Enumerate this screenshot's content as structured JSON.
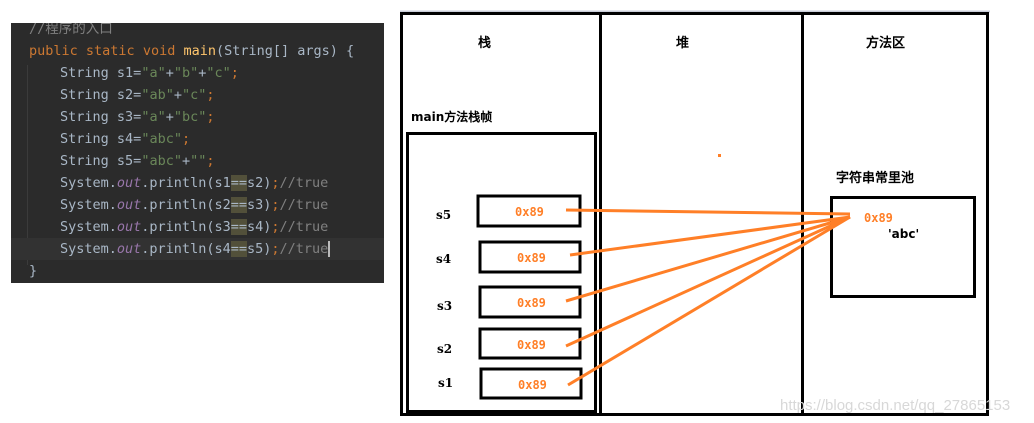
{
  "code": {
    "comment": "//程序的入口",
    "signature": {
      "kw1": "public",
      "kw2": "static",
      "kw3": "void",
      "name": "main",
      "params": "(String[] args) {"
    },
    "declarations": [
      {
        "type": "String",
        "text": "s1=",
        "parts": [
          "\"a\"",
          "+",
          "\"b\"",
          "+",
          "\"c\""
        ]
      },
      {
        "type": "String",
        "text": "s2=",
        "parts": [
          "\"ab\"",
          "+",
          "\"c\""
        ]
      },
      {
        "type": "String",
        "text": "s3=",
        "parts": [
          "\"a\"",
          "+",
          "\"bc\""
        ]
      },
      {
        "type": "String",
        "text": "s4=",
        "parts": [
          "\"abc\""
        ]
      },
      {
        "type": "String",
        "text": "s5=",
        "parts": [
          "\"abc\"",
          "+",
          "\"\""
        ]
      }
    ],
    "prints": [
      {
        "a": "s1",
        "b": "s2",
        "result": "//true"
      },
      {
        "a": "s2",
        "b": "s3",
        "result": "//true"
      },
      {
        "a": "s3",
        "b": "s4",
        "result": "//true"
      },
      {
        "a": "s4",
        "b": "s5",
        "result": "//true"
      }
    ],
    "system": "System.",
    "out": "out",
    ".println": ".println(",
    "eq": "==",
    "close": ");",
    "semi": ";",
    "closing_brace": "}"
  },
  "diagram": {
    "stack_title": "栈",
    "heap_title": "堆",
    "method_area_title": "方法区",
    "frame_title": "main方法栈帧",
    "pool_title": "字符串常里池",
    "pool_address": "0x89",
    "pool_value": "'abc'",
    "variables": [
      {
        "name": "s5",
        "value": "0x89"
      },
      {
        "name": "s4",
        "value": "0x89"
      },
      {
        "name": "s3",
        "value": "0x89"
      },
      {
        "name": "s2",
        "value": "0x89"
      },
      {
        "name": "s1",
        "value": "0x89"
      }
    ],
    "arrow_color": "#ff7f27",
    "watermark": "https://blog.csdn.net/qq_27865153"
  }
}
